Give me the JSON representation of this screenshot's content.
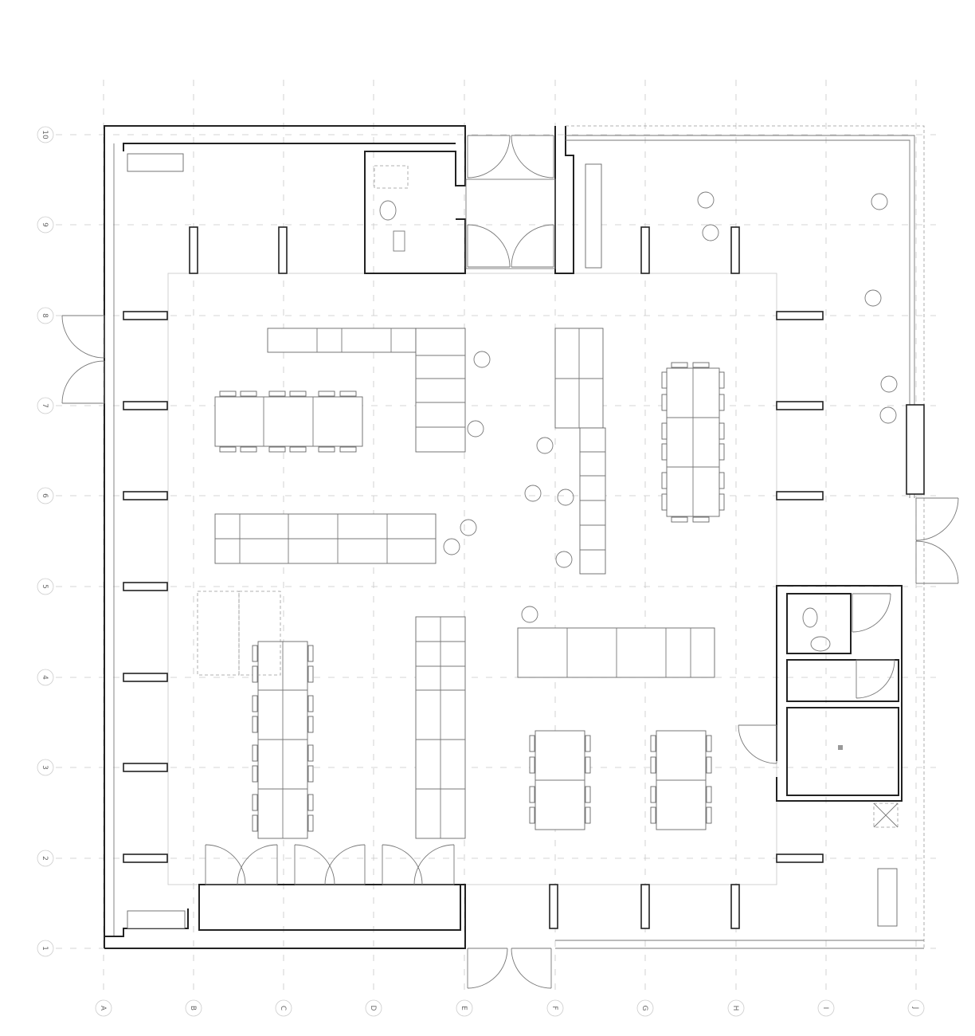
{
  "drawing": {
    "grid_columns": [
      "A",
      "B",
      "C",
      "D",
      "E",
      "F",
      "G",
      "H",
      "I",
      "J"
    ],
    "grid_rows": [
      "1",
      "2",
      "3",
      "4",
      "5",
      "6",
      "7",
      "8",
      "9",
      "10"
    ],
    "line_color": "#222222",
    "grid_color": "#c8c8c8"
  }
}
